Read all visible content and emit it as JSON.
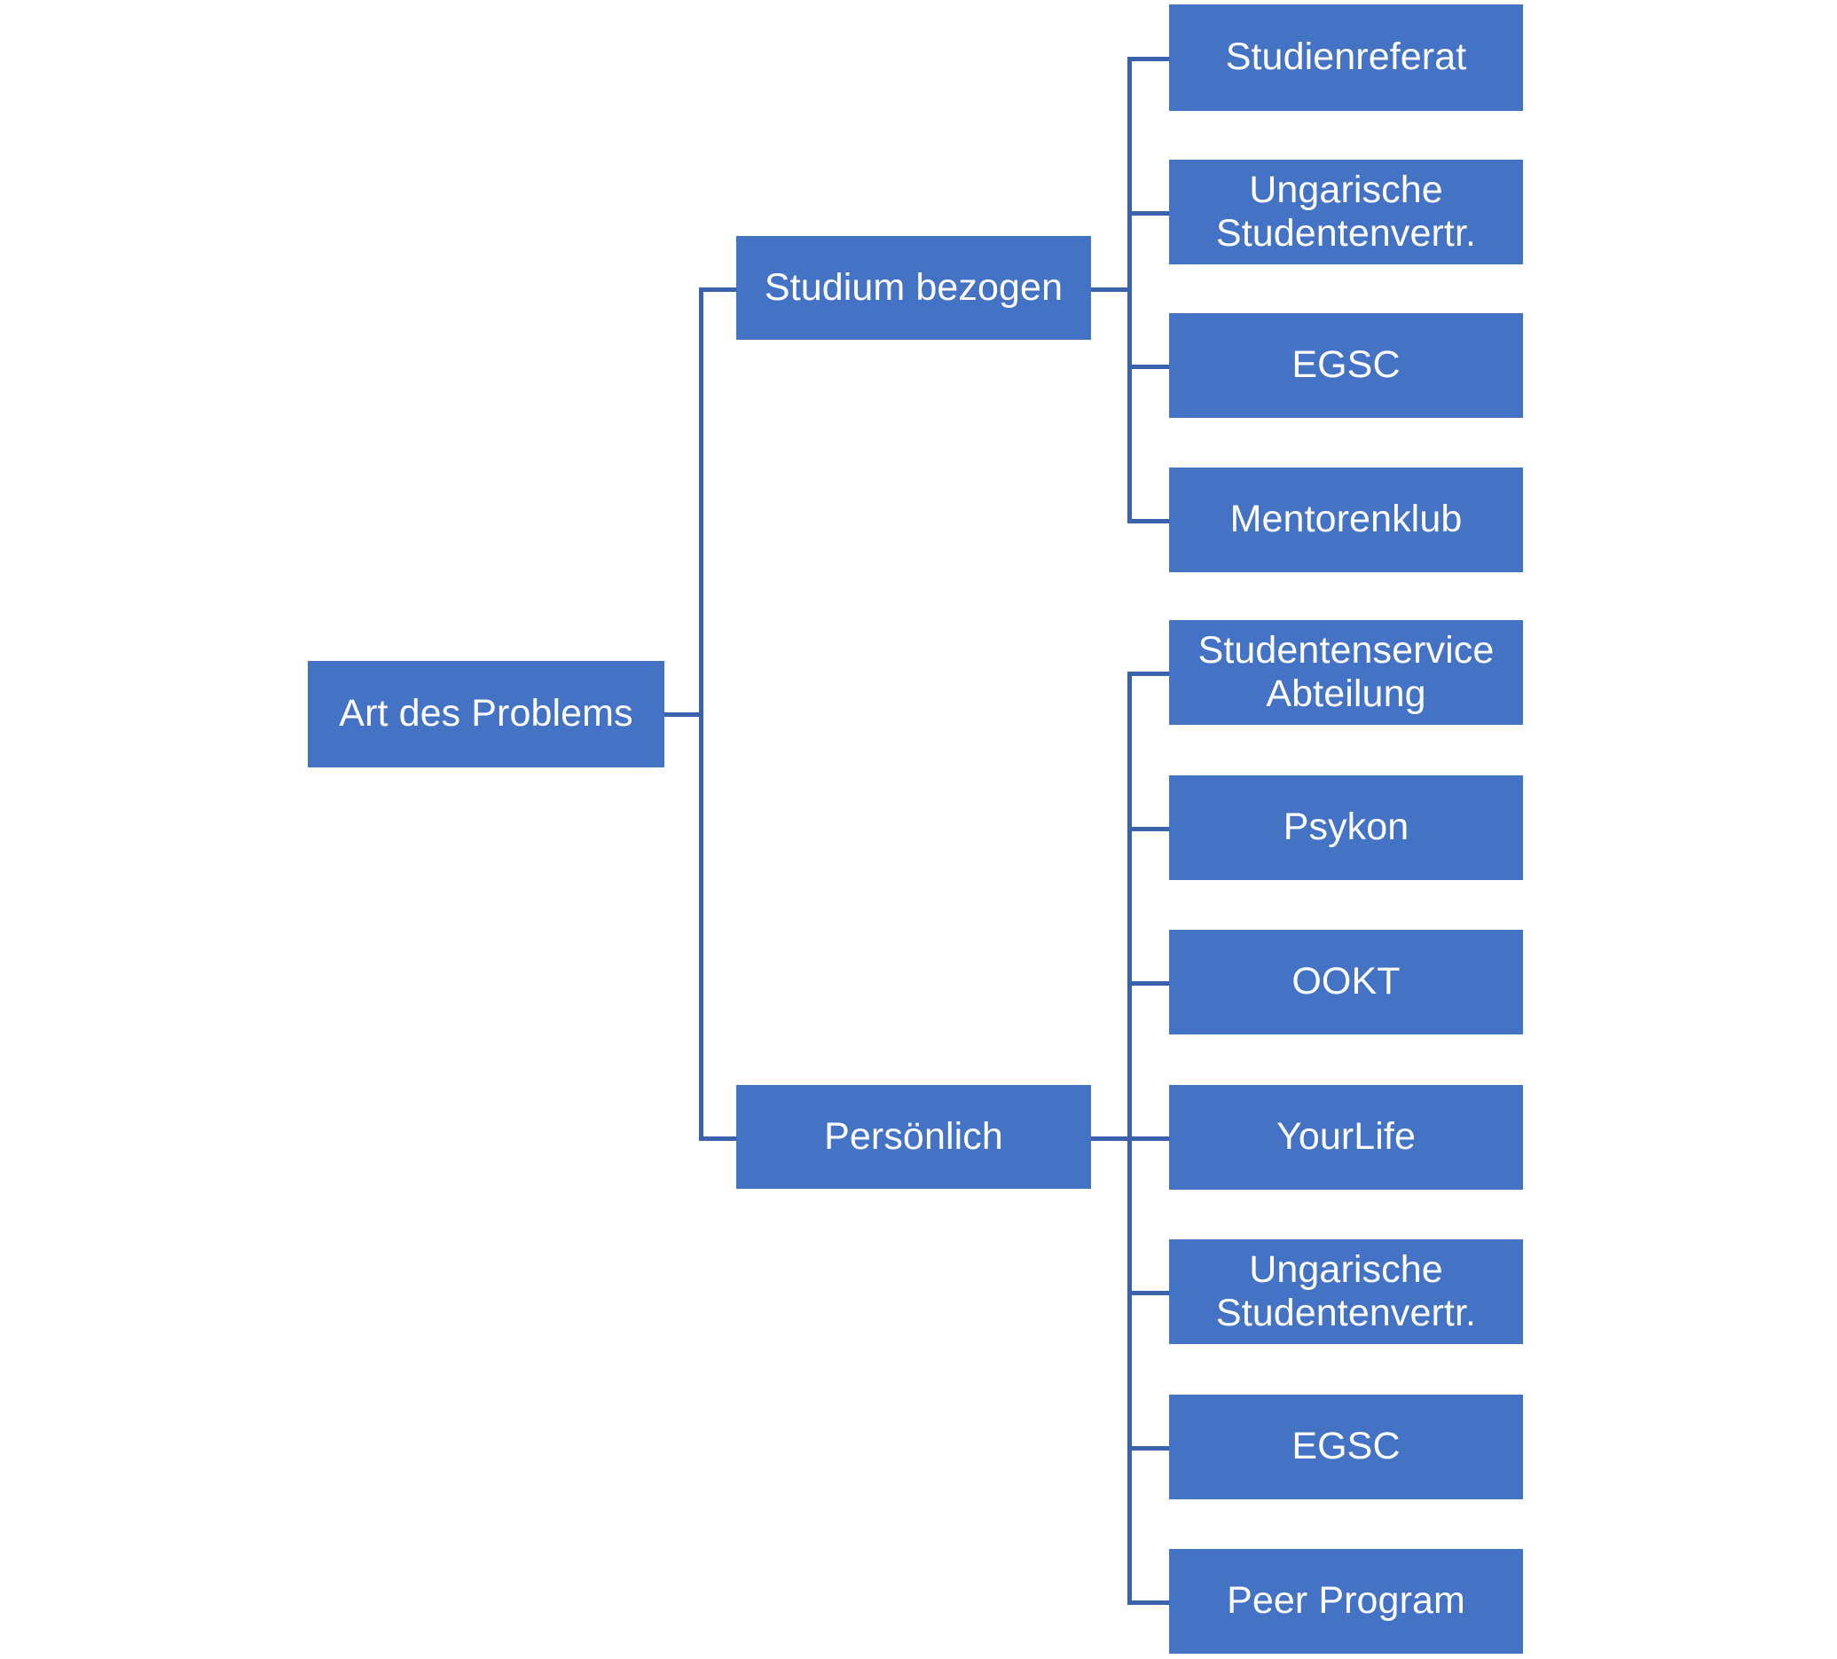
{
  "diagram": {
    "title": "Art des Problems",
    "type": "tree",
    "colors": {
      "node_fill": "#4472C4",
      "node_text": "#FFFFFF",
      "connector": "#3A62AE",
      "background": "#FFFFFF"
    },
    "root": {
      "label": "Art des Problems"
    },
    "branches": [
      {
        "label": "Studium bezogen",
        "children": [
          {
            "label": "Studienreferat"
          },
          {
            "label": "Ungarische\nStudentenvertr."
          },
          {
            "label": "EGSC"
          },
          {
            "label": "Mentorenklub"
          }
        ]
      },
      {
        "label": "Persönlich",
        "children": [
          {
            "label": "Studentenservice\nAbteilung"
          },
          {
            "label": "Psykon"
          },
          {
            "label": "OOKT"
          },
          {
            "label": "YourLife"
          },
          {
            "label": "Ungarische\nStudentenvertr."
          },
          {
            "label": "EGSC"
          },
          {
            "label": "Peer Program"
          }
        ]
      }
    ]
  }
}
